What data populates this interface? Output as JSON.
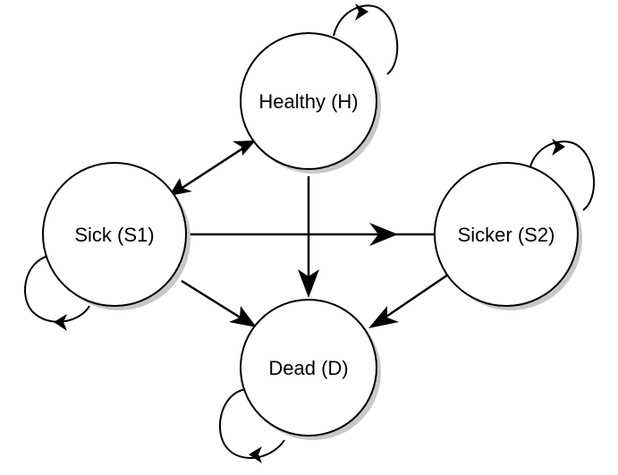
{
  "diagram": {
    "states": {
      "healthy": "Healthy (H)",
      "sick": "Sick (S1)",
      "sicker": "Sicker (S2)",
      "dead": "Dead (D)"
    },
    "transitions": [
      {
        "from": "healthy",
        "to": "healthy"
      },
      {
        "from": "healthy",
        "to": "sick"
      },
      {
        "from": "sick",
        "to": "healthy"
      },
      {
        "from": "healthy",
        "to": "dead"
      },
      {
        "from": "sick",
        "to": "sick"
      },
      {
        "from": "sick",
        "to": "sicker"
      },
      {
        "from": "sick",
        "to": "dead"
      },
      {
        "from": "sicker",
        "to": "sicker"
      },
      {
        "from": "sicker",
        "to": "dead"
      },
      {
        "from": "dead",
        "to": "dead"
      }
    ]
  }
}
